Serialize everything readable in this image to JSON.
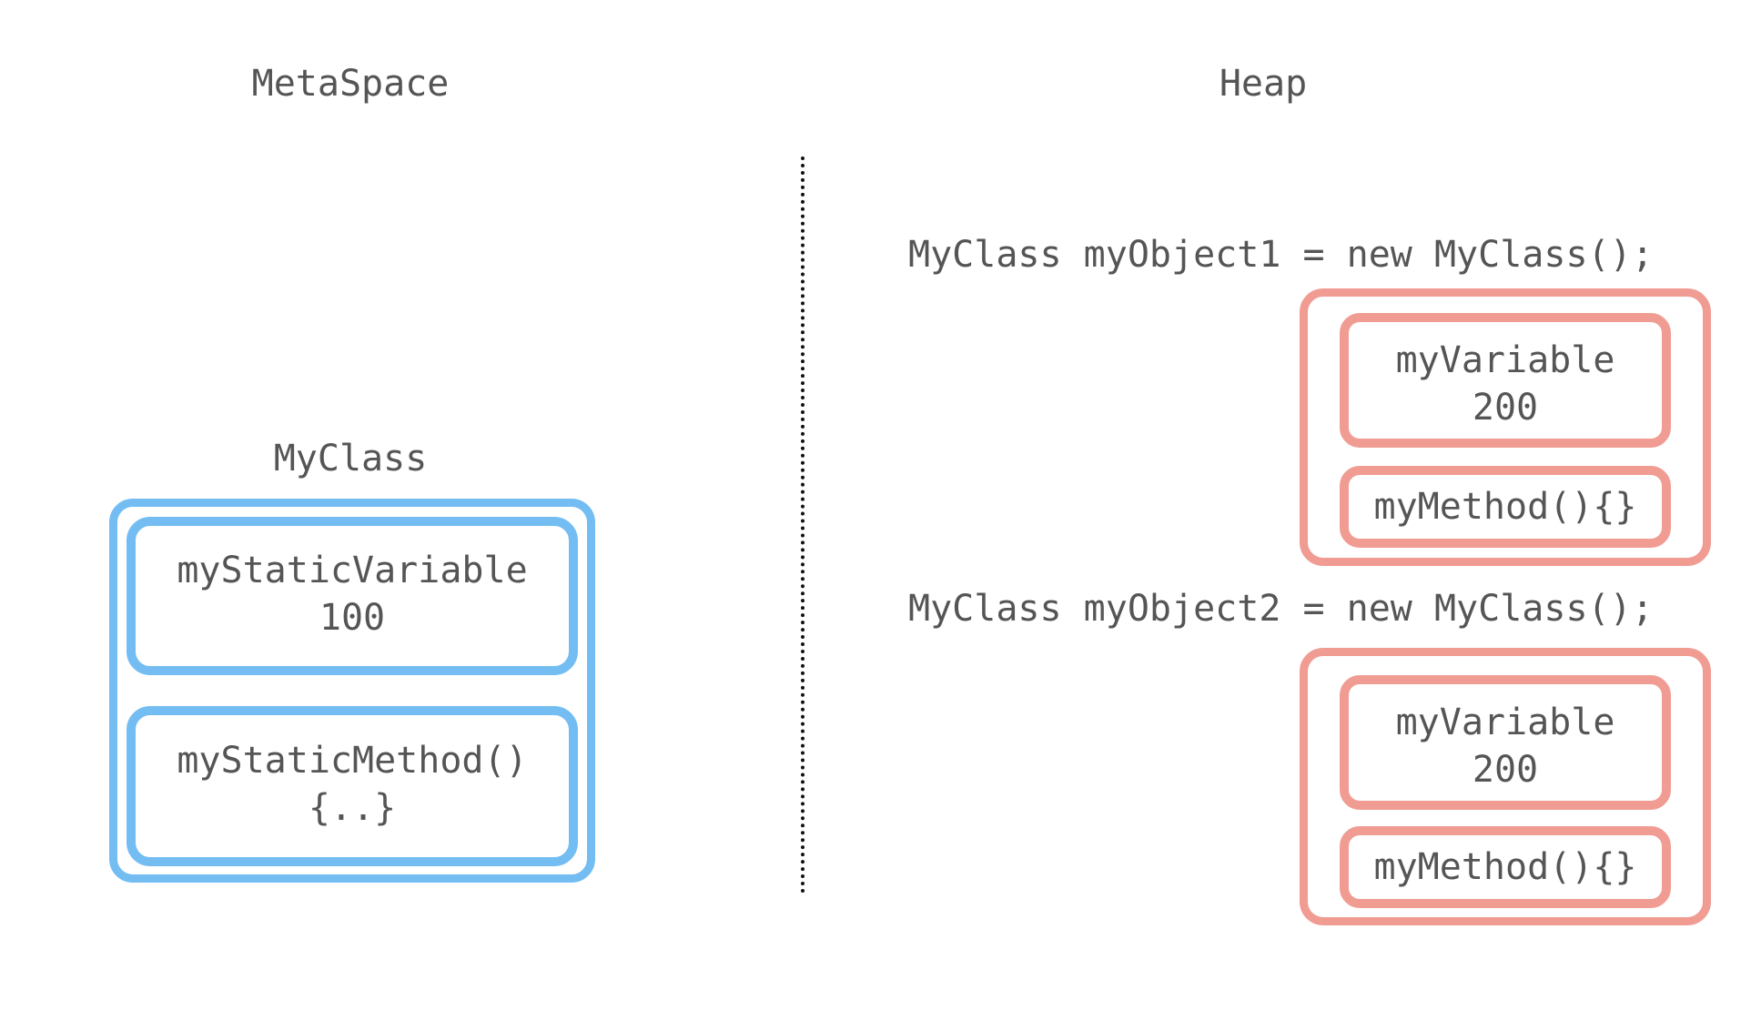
{
  "metaspace": {
    "title": "MetaSpace",
    "class_label": "MyClass",
    "static_variable": {
      "name": "myStaticVariable",
      "value": "100"
    },
    "static_method": {
      "signature": "myStaticMethod()",
      "body": "{..}"
    }
  },
  "heap": {
    "title": "Heap",
    "objects": [
      {
        "declaration": "MyClass myObject1 = new MyClass();",
        "variable_name": "myVariable",
        "variable_value": "200",
        "method": "myMethod(){}"
      },
      {
        "declaration": "MyClass myObject2 = new MyClass();",
        "variable_name": "myVariable",
        "variable_value": "200",
        "method": "myMethod(){}"
      }
    ]
  },
  "colors": {
    "metaspace_border": "#73BDF3",
    "heap_border": "#F09C93",
    "text": "#555555",
    "divider": "#111111"
  }
}
